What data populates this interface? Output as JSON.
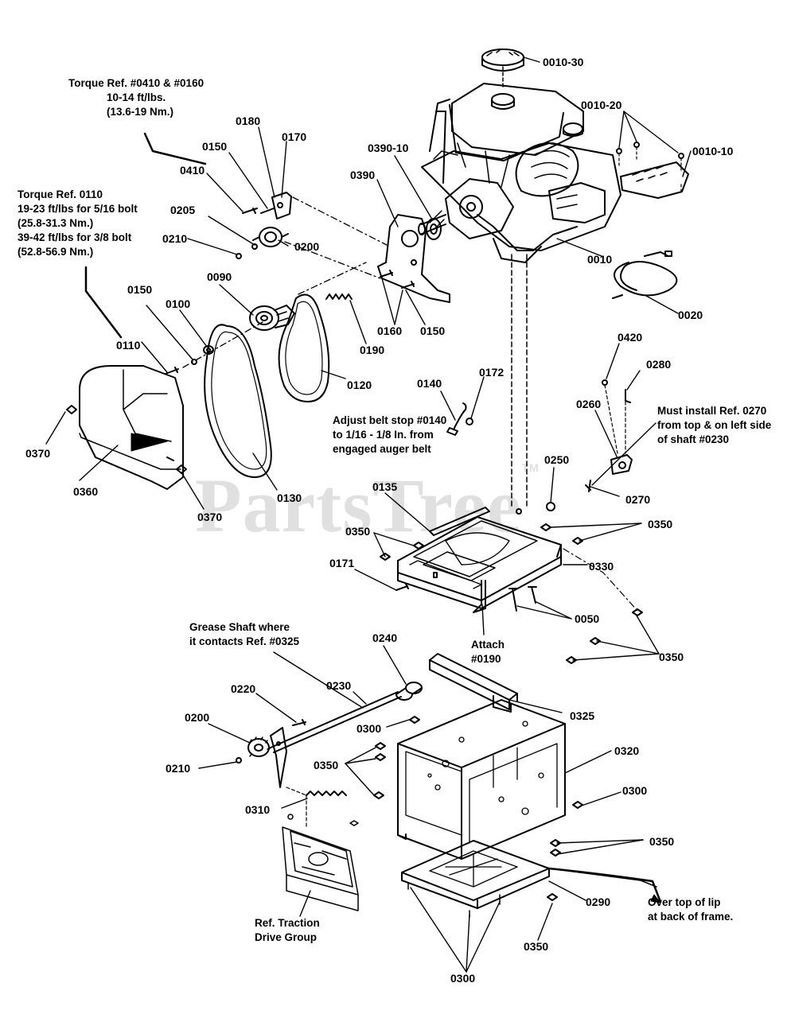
{
  "watermark": {
    "text": "PartsTree",
    "mark": "TM"
  },
  "notes": {
    "torque_0410": [
      "Torque Ref. #0410 & #0160",
      "10-14 ft/lbs.",
      "(13.6-19 Nm.)"
    ],
    "torque_0110": [
      "Torque Ref. 0110",
      "19-23 ft/lbs for 5/16 bolt",
      "(25.8-31.3 Nm.)",
      "39-42 ft/lbs for 3/8 bolt",
      "(52.8-56.9 Nm.)"
    ],
    "belt_stop": [
      "Adjust belt stop #0140",
      "to 1/16 - 1/8 In. from",
      "engaged auger belt"
    ],
    "must_install": [
      "Must install Ref. 0270",
      "from top & on left side",
      "of shaft #0230"
    ],
    "grease_shaft": [
      "Grease Shaft where",
      "it contacts Ref. #0325"
    ],
    "attach": [
      "Attach",
      "#0190"
    ],
    "over_top": [
      "Over top of lip",
      "at back of frame."
    ],
    "traction": [
      "Ref. Traction",
      "Drive Group"
    ]
  },
  "labels": {
    "l0010_30": "0010-30",
    "l0010_20": "0010-20",
    "l0010_10": "0010-10",
    "l0010": "0010",
    "l0020": "0020",
    "l0180": "0180",
    "l0170": "0170",
    "l0150a": "0150",
    "l0410": "0410",
    "l0205": "0205",
    "l0210a": "0210",
    "l0200a": "0200",
    "l0390_10": "0390-10",
    "l0390": "0390",
    "l0160": "0160",
    "l0150b": "0150",
    "l0090": "0090",
    "l0150c": "0150",
    "l0100": "0100",
    "l0110": "0110",
    "l0190": "0190",
    "l0120": "0120",
    "l0370a": "0370",
    "l0360": "0360",
    "l0370b": "0370",
    "l0130": "0130",
    "l0140": "0140",
    "l0172": "0172",
    "l0420": "0420",
    "l0280": "0280",
    "l0260": "0260",
    "l0250": "0250",
    "l0270": "0270",
    "l0135": "0135",
    "l0350a": "0350",
    "l0350b": "0350",
    "l0171": "0171",
    "l0330": "0330",
    "l0050": "0050",
    "l0350c": "0350",
    "l0240": "0240",
    "l0230": "0230",
    "l0220": "0220",
    "l0325": "0325",
    "l0300a": "0300",
    "l0200b": "0200",
    "l0320": "0320",
    "l0350d": "0350",
    "l0210b": "0210",
    "l0300b": "0300",
    "l0310": "0310",
    "l0350e": "0350",
    "l0290": "0290",
    "l0350f": "0350",
    "l0300c": "0300"
  }
}
